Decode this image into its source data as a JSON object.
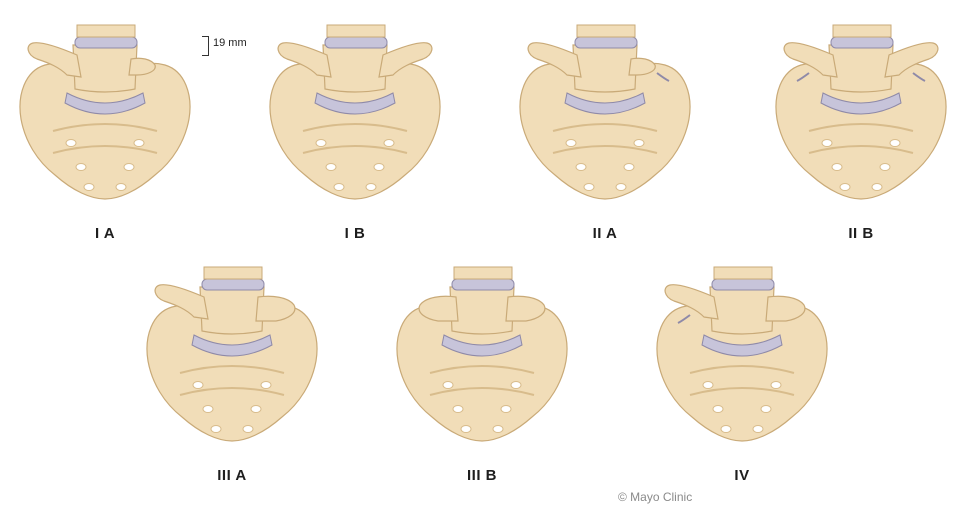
{
  "scale_note": "19 mm",
  "credit": "© Mayo Clinic",
  "colors": {
    "bone": "#f1ddb8",
    "bone_shadow": "#d8bc8c",
    "bone_outline": "#c9aa78",
    "disc": "#c7c4da",
    "disc_edge": "#8f8aa8",
    "label": "#1e1e1e"
  },
  "panels": [
    {
      "label": "I A",
      "left_process": "enlarged",
      "right_process": "normal",
      "left_contact": false,
      "right_contact": false
    },
    {
      "label": "I B",
      "left_process": "enlarged",
      "right_process": "enlarged",
      "left_contact": false,
      "right_contact": false
    },
    {
      "label": "II A",
      "left_process": "enlarged",
      "right_process": "normal",
      "left_contact": false,
      "right_contact": true
    },
    {
      "label": "II B",
      "left_process": "enlarged",
      "right_process": "enlarged",
      "left_contact": true,
      "right_contact": true
    },
    {
      "label": "III A",
      "left_process": "enlarged",
      "right_process": "fused",
      "left_contact": false,
      "right_contact": false
    },
    {
      "label": "III B",
      "left_process": "fused",
      "right_process": "fused",
      "left_contact": false,
      "right_contact": false
    },
    {
      "label": "IV",
      "left_process": "enlarged",
      "right_process": "fused",
      "left_contact": true,
      "right_contact": false
    }
  ]
}
